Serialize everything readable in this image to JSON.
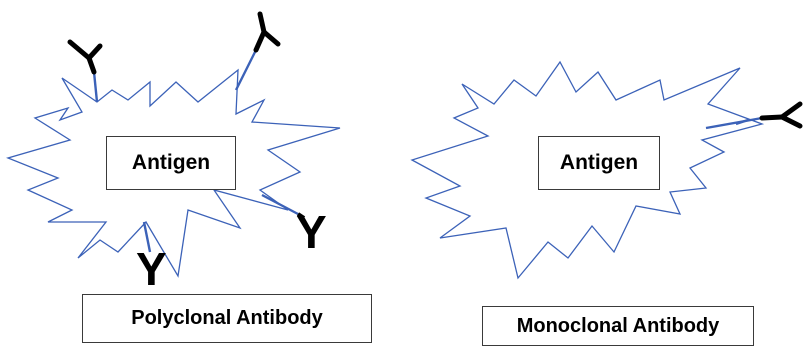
{
  "colors": {
    "outline": "#3c62b8",
    "antibody": "#000000",
    "box_border": "#3a3a3a"
  },
  "polyclonal": {
    "antigen_label": "Antigen",
    "caption": "Polyclonal Antibody",
    "antibody_count": 4
  },
  "monoclonal": {
    "antigen_label": "Antigen",
    "caption": "Monoclonal Antibody",
    "antibody_count": 1
  },
  "antibody_glyph": "Y"
}
